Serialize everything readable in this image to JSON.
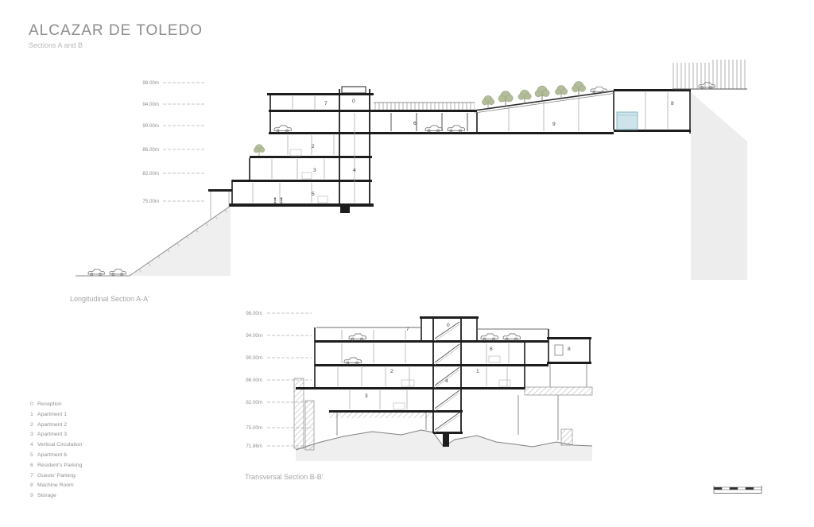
{
  "header": {
    "title": "ALCAZAR DE TOLEDO",
    "subtitle": "Sections A and B"
  },
  "longitudinal": {
    "caption": "Longitudinal Section A-A'",
    "levels": [
      "98.00m",
      "94.00m",
      "90.00m",
      "86.00m",
      "82.00m",
      "75.00m"
    ],
    "rooms": {
      "r7": "7",
      "r0": "0",
      "r6": "6",
      "r9": "9",
      "r8": "8",
      "r2": "2",
      "r3": "3",
      "r4": "4",
      "r5": "5"
    }
  },
  "transversal": {
    "caption": "Transversal Section B-B'",
    "levels": [
      "98.00m",
      "94.00m",
      "90.00m",
      "86.00m",
      "82.00m",
      "75.00m",
      "71.86m"
    ],
    "rooms": {
      "r7": "7",
      "r0": "0",
      "r6": "6",
      "r8": "8",
      "r2": "2",
      "r1": "1",
      "r4": "4",
      "r3": "3"
    }
  },
  "legend": {
    "items": [
      {
        "num": "0",
        "label": "Reception"
      },
      {
        "num": "1",
        "label": "Apartment 1"
      },
      {
        "num": "2",
        "label": "Apartment 2"
      },
      {
        "num": "3",
        "label": "Apartment 3"
      },
      {
        "num": "4",
        "label": "Vertical Circulation"
      },
      {
        "num": "5",
        "label": "Apartment 6"
      },
      {
        "num": "6",
        "label": "Resident's Parking"
      },
      {
        "num": "7",
        "label": "Guests' Parking"
      },
      {
        "num": "8",
        "label": "Machine Room"
      },
      {
        "num": "9",
        "label": "Storage"
      }
    ]
  },
  "colors": {
    "ink": "#1d1d1d",
    "terrain_wash": "#ededed",
    "pool_fill": "#cfe4ea",
    "tree_fill": "#b2bc98"
  }
}
